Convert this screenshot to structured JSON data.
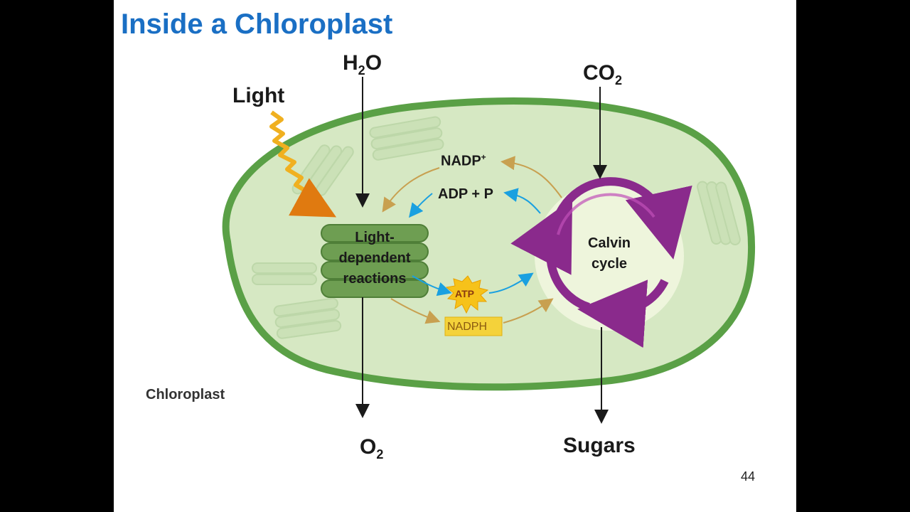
{
  "slide": {
    "title": "Inside a Chloroplast",
    "page_number": "44"
  },
  "labels": {
    "light": "Light",
    "water_main": "H",
    "water_sub": "2",
    "water_end": "O",
    "co2_main": "CO",
    "co2_sub": "2",
    "o2_main": "O",
    "o2_sub": "2",
    "sugars": "Sugars",
    "chloroplast": "Chloroplast",
    "nadp_main": "NADP",
    "nadp_sup": "+",
    "adp_p": "ADP + P",
    "atp": "ATP",
    "nadph": "NADPH",
    "light_dependent_line1": "Light-",
    "light_dependent_line2": "dependent",
    "light_dependent_line3": "reactions",
    "calvin_line1": "Calvin",
    "calvin_line2": "cycle"
  },
  "colors": {
    "title": "#1a6fc4",
    "stroma": "#d6e8c3",
    "membrane": "#5aa046",
    "thylakoid": "#6e9e52",
    "calvin_arrow": "#8a2a8c",
    "blue_arrow": "#1aa0e0",
    "tan_arrow": "#c8a050",
    "atp_burst": "#f6c21a",
    "nadph_box": "#f4d23a",
    "light_wave": "#f0b020"
  }
}
